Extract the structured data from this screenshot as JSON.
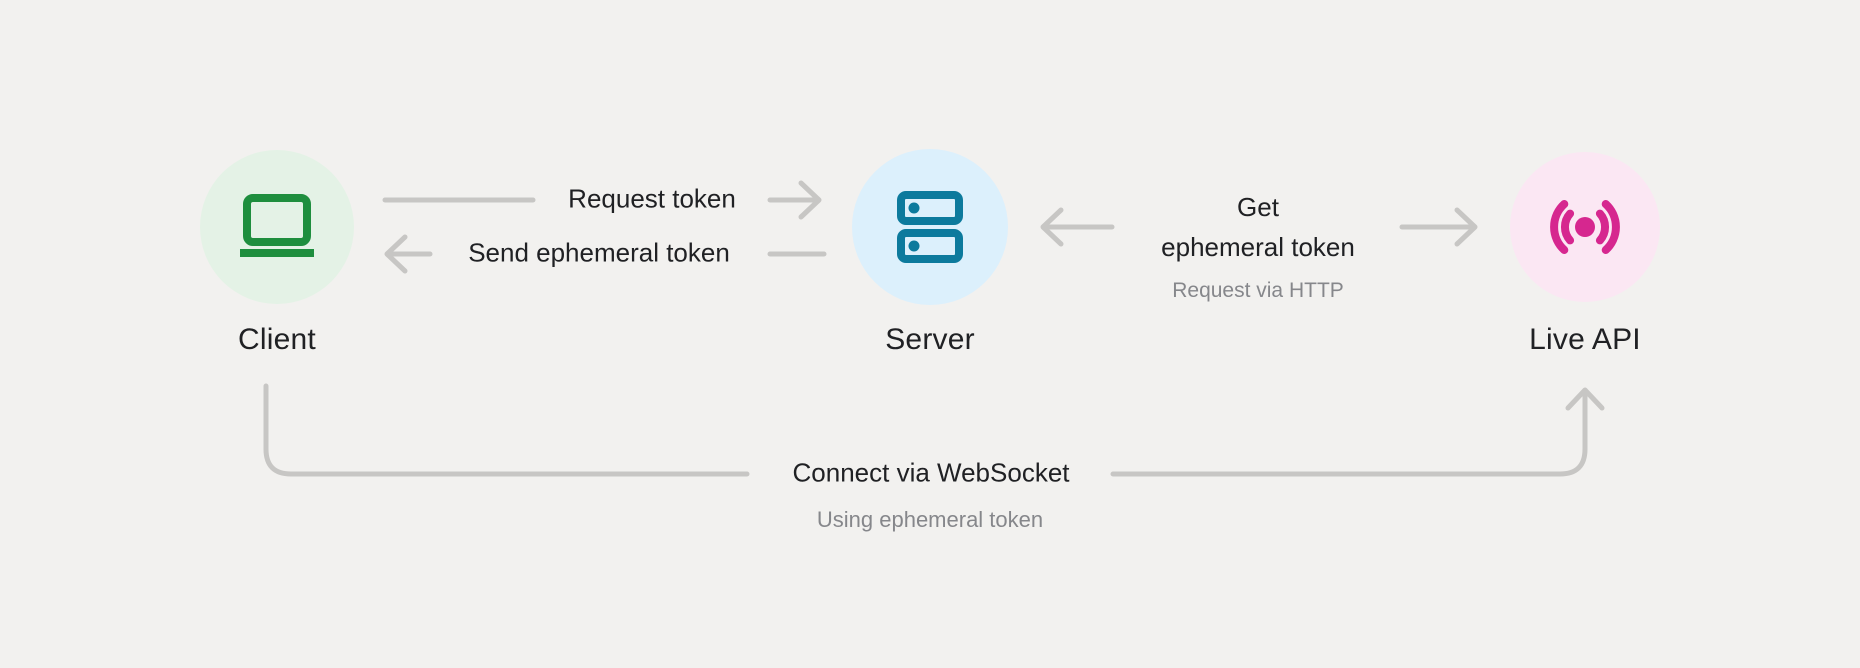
{
  "diagram": {
    "title_hint": "Ephemeral token flow between Client, Server and Live API",
    "colors": {
      "background": "#f2f1ef",
      "connector_gray": "#c7c6c4",
      "text_primary": "#202124",
      "text_secondary": "#86878b",
      "client_circle_bg": "#e4f2e6",
      "client_icon": "#1e8e3e",
      "server_circle_bg": "#dcf0fc",
      "server_icon": "#0c7a9d",
      "live_circle_bg": "#fbe7f3",
      "live_icon": "#d6278f"
    },
    "nodes": {
      "client": {
        "label": "Client",
        "icon": "laptop-icon"
      },
      "server": {
        "label": "Server",
        "icon": "server-stack-icon"
      },
      "live_api": {
        "label": "Live API",
        "icon": "live-broadcast-icon"
      }
    },
    "edges": {
      "request_token": {
        "label": "Request token",
        "from": "client",
        "to": "server",
        "direction": "right"
      },
      "send_ephemeral_token": {
        "label": "Send ephemeral token",
        "from": "server",
        "to": "client",
        "direction": "left"
      },
      "get_ephemeral_token": {
        "label": "Get\nephemeral token",
        "sublabel": "Request via HTTP",
        "from": "server",
        "to": "live_api",
        "direction": "both"
      },
      "connect_websocket": {
        "label": "Connect via WebSocket",
        "sublabel": "Using ephemeral token",
        "from": "client",
        "to": "live_api",
        "direction": "up-into-live-api"
      }
    }
  }
}
